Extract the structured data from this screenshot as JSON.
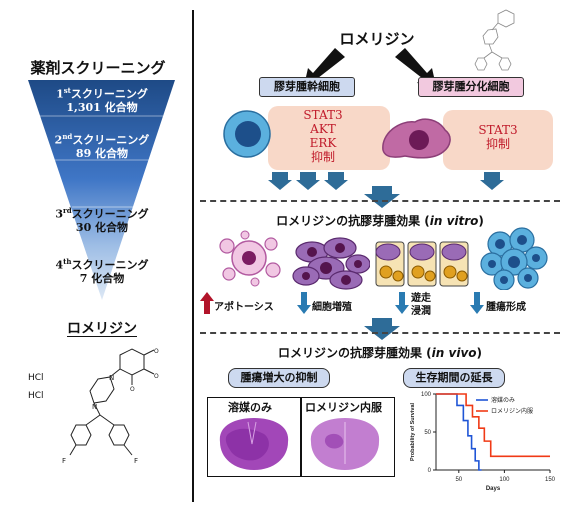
{
  "screening": {
    "title": "薬剤スクリーニング",
    "stages": [
      {
        "ordinal": "1",
        "suffix": "st",
        "label": "スクリーニング",
        "count": "1,301 化合物"
      },
      {
        "ordinal": "2",
        "suffix": "nd",
        "label": "スクリーニング",
        "count": "89 化合物"
      },
      {
        "ordinal": "3",
        "suffix": "rd",
        "label": "スクリーニング",
        "count": "30 化合物"
      },
      {
        "ordinal": "4",
        "suffix": "th",
        "label": "スクリーニング",
        "count": "7 化合物"
      }
    ],
    "result": "ロメリジン",
    "structure_labels": {
      "hcl1": "HCl",
      "hcl2": "HCl",
      "n1": "N",
      "n2": "N",
      "f1": "F",
      "f2": "F",
      "o1": "O",
      "o2": "O",
      "o3": "O"
    }
  },
  "mechanism": {
    "drug": "ロメリジン",
    "stem_box": "膠芽腫幹細胞",
    "diff_box": "膠芽腫分化細胞",
    "stem_targets": [
      "STAT3",
      "AKT",
      "ERK",
      "抑制"
    ],
    "diff_targets": [
      "STAT3",
      "抑制"
    ]
  },
  "in_vitro": {
    "title_prefix": "ロメリジンの抗膠芽腫効果 (",
    "title_italic": "in vitro",
    "title_suffix": ")",
    "effects": [
      {
        "label": "アポトーシス",
        "direction": "up"
      },
      {
        "label": "細胞増殖",
        "direction": "down"
      },
      {
        "label": "遊走\n浸潤",
        "direction": "down"
      },
      {
        "label": "腫瘍形成",
        "direction": "down"
      }
    ]
  },
  "in_vivo": {
    "title_prefix": "ロメリジンの抗膠芽腫効果 (",
    "title_italic": "in vivo",
    "title_suffix": ")",
    "left_title": "腫瘍増大の抑制",
    "right_title": "生存期間の延長",
    "panel_vehicle": "溶媒のみ",
    "panel_drug": "ロメリジン内服"
  },
  "chart_data": {
    "type": "line",
    "xlabel": "Days",
    "ylabel": "Probability of Survival",
    "xlim": [
      25,
      150
    ],
    "ylim": [
      0,
      100
    ],
    "xticks": [
      50,
      100,
      150
    ],
    "yticks": [
      0,
      50,
      100
    ],
    "legend_position": "top-right",
    "series": [
      {
        "name": "溶媒のみ",
        "color": "#1f55d6",
        "x": [
          25,
          48,
          48,
          55,
          55,
          60,
          60,
          64,
          64,
          68,
          68,
          72,
          72,
          75
        ],
        "y": [
          100,
          100,
          85,
          85,
          65,
          65,
          45,
          45,
          28,
          28,
          12,
          12,
          0,
          0
        ]
      },
      {
        "name": "ロメリジン内服",
        "color": "#f03a16",
        "x": [
          25,
          58,
          58,
          65,
          65,
          72,
          72,
          78,
          78,
          85,
          85,
          150
        ],
        "y": [
          100,
          100,
          85,
          85,
          70,
          70,
          55,
          55,
          38,
          38,
          18,
          18
        ]
      }
    ]
  },
  "colors": {
    "funnel_dark": "#1e4a86",
    "funnel_light": "#c6d9ee",
    "arrow_blue": "#2e6c98",
    "peach": "#f8d8c8",
    "lavender": "#cbbde0",
    "pink_box": "#f2c9df",
    "stem_cell": "#5bb0de",
    "diff_cell": "#c06aa4",
    "tissue": "#a247b8",
    "up_arrow": "#b2142a",
    "down_arrow": "#2a7bb2"
  }
}
